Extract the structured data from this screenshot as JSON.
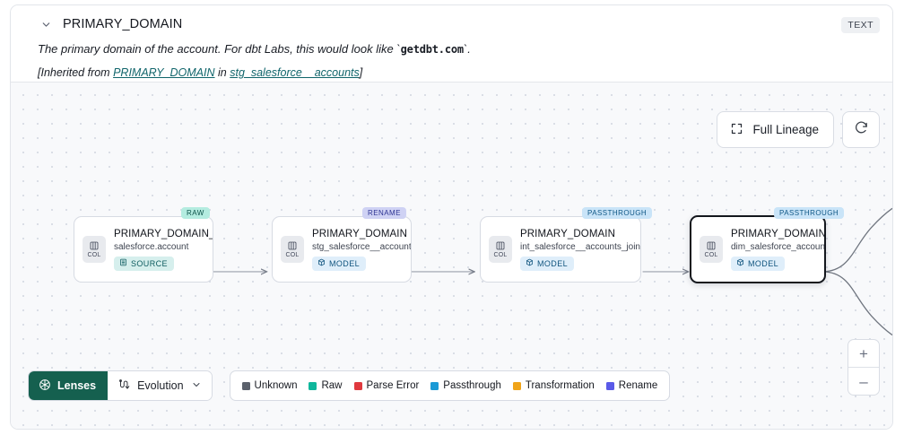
{
  "header": {
    "title": "PRIMARY_DOMAIN",
    "type_chip": "TEXT",
    "collapse_icon": "chevron-down-icon",
    "description_prefix": "The primary domain of the account. For dbt Labs, this would look like `",
    "description_code": "getdbt.com",
    "description_suffix": "`.",
    "inherited_prefix": "[Inherited from ",
    "inherited_link_1": "PRIMARY_DOMAIN",
    "inherited_mid": " in ",
    "inherited_link_2": "stg_salesforce__accounts",
    "inherited_suffix": "]"
  },
  "controls": {
    "full_lineage_label": "Full Lineage",
    "full_lineage_icon": "expand-icon",
    "refresh_icon": "refresh-icon",
    "zoom_in_label": "+",
    "zoom_out_label": "–"
  },
  "lineage": {
    "nodes": [
      {
        "tag": "RAW",
        "tag_class": "raw",
        "col_label": "COL",
        "title": "PRIMARY_DOMAIN__C",
        "subtitle": "salesforce.account",
        "kind": "SOURCE",
        "kind_class": "source",
        "kind_icon": "database-icon",
        "selected": false
      },
      {
        "tag": "RENAME",
        "tag_class": "rename",
        "col_label": "COL",
        "title": "PRIMARY_DOMAIN",
        "subtitle": "stg_salesforce__accounts",
        "kind": "MODEL",
        "kind_class": "model",
        "kind_icon": "cube-icon",
        "selected": false
      },
      {
        "tag": "PASSTHROUGH",
        "tag_class": "passthrough",
        "col_label": "COL",
        "title": "PRIMARY_DOMAIN",
        "subtitle": "int_salesforce__accounts_joined",
        "kind": "MODEL",
        "kind_class": "model",
        "kind_icon": "cube-icon",
        "selected": false
      },
      {
        "tag": "PASSTHROUGH",
        "tag_class": "passthrough",
        "col_label": "COL",
        "title": "PRIMARY_DOMAIN",
        "subtitle": "dim_salesforce_accounts",
        "kind": "MODEL",
        "kind_class": "model",
        "kind_icon": "cube-icon",
        "selected": true
      }
    ]
  },
  "bottom": {
    "lenses_label": "Lenses",
    "lenses_icon": "aperture-icon",
    "evolution_label": "Evolution",
    "evolution_icon": "evolution-icon",
    "evolution_caret_icon": "chevron-down-icon",
    "legend": [
      {
        "label": "Unknown",
        "color": "#5b616c"
      },
      {
        "label": "Raw",
        "color": "#0fb79c"
      },
      {
        "label": "Parse Error",
        "color": "#e0393e"
      },
      {
        "label": "Passthrough",
        "color": "#1b9ad6"
      },
      {
        "label": "Transformation",
        "color": "#f0a419"
      },
      {
        "label": "Rename",
        "color": "#5a5ae8"
      }
    ]
  }
}
